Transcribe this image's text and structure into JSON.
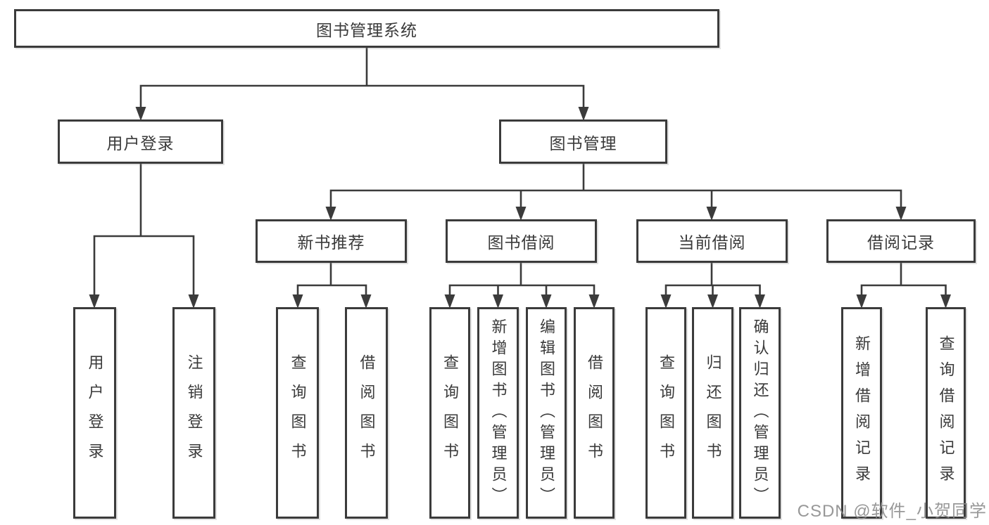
{
  "tree": {
    "label": "图书管理系统",
    "children": [
      {
        "label": "用户登录",
        "children": [
          {
            "label": "用户登录"
          },
          {
            "label": "注销登录"
          }
        ]
      },
      {
        "label": "图书管理",
        "children": [
          {
            "label": "新书推荐",
            "children": [
              {
                "label": "查询图书"
              },
              {
                "label": "借阅图书"
              }
            ]
          },
          {
            "label": "图书借阅",
            "children": [
              {
                "label": "查询图书"
              },
              {
                "label": "新增图书（管理员）"
              },
              {
                "label": "编辑图书（管理员）"
              },
              {
                "label": "借阅图书"
              }
            ]
          },
          {
            "label": "当前借阅",
            "children": [
              {
                "label": "查询图书"
              },
              {
                "label": "归还图书"
              },
              {
                "label": "确认归还（管理员）"
              }
            ]
          },
          {
            "label": "借阅记录",
            "children": [
              {
                "label": "新增借阅记录"
              },
              {
                "label": "查询借阅记录"
              }
            ]
          }
        ]
      }
    ]
  },
  "watermark": {
    "text": "CSDN @软件_小贺同学"
  },
  "colors": {
    "line": "#3b3b3b",
    "box_border": "#3b3b3b",
    "text": "#3a3a3a",
    "background": "#ffffff",
    "watermark": "#8a8a8a"
  }
}
